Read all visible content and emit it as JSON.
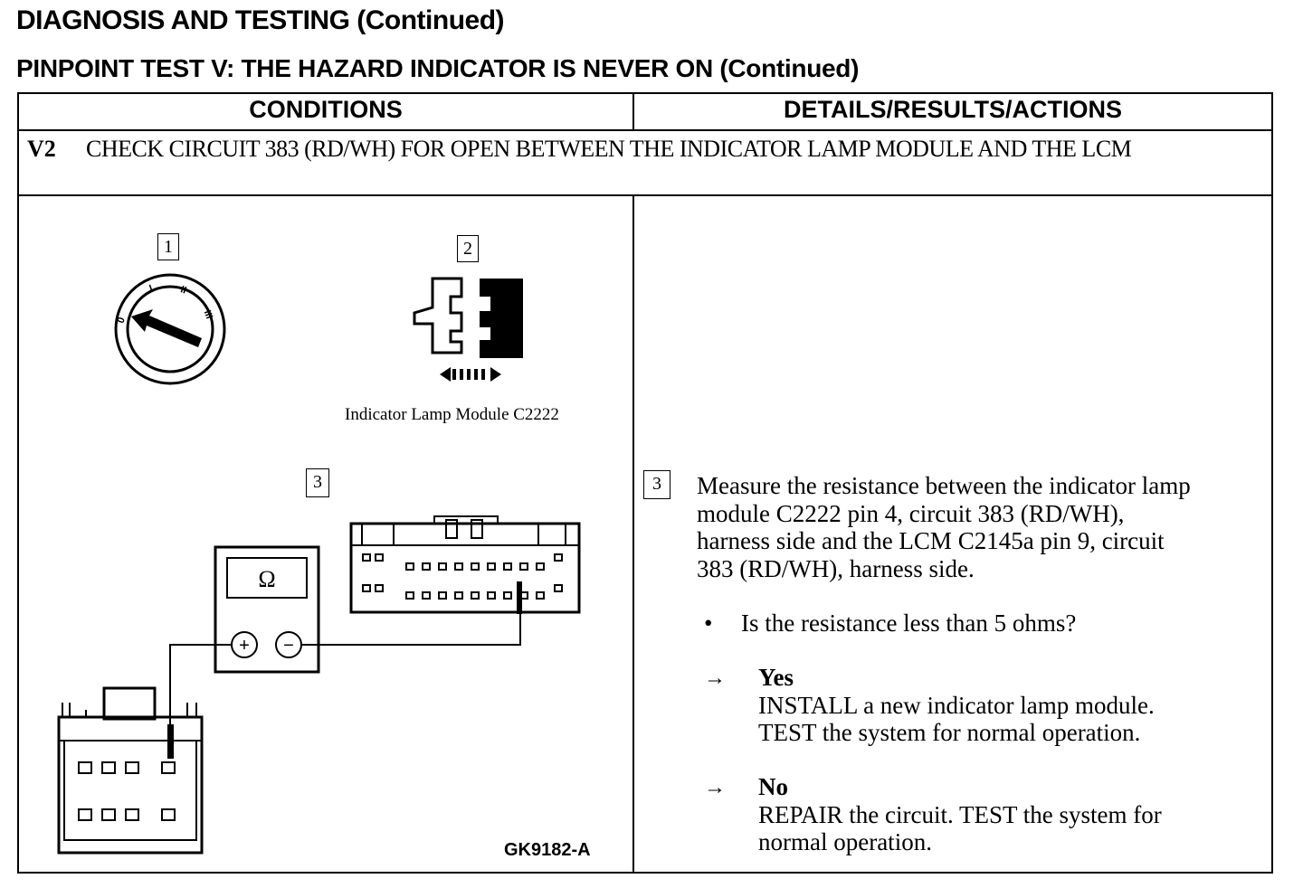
{
  "header": {
    "title": "DIAGNOSIS AND TESTING (Continued)",
    "subtitle": "PINPOINT TEST V: THE HAZARD INDICATOR IS NEVER ON (Continued)"
  },
  "table": {
    "col_conditions": "CONDITIONS",
    "col_details": "DETAILS/RESULTS/ACTIONS",
    "step": {
      "id": "V2",
      "title": "CHECK CIRCUIT 383 (RD/WH) FOR OPEN BETWEEN THE INDICATOR LAMP MODULE AND THE LCM"
    }
  },
  "figure": {
    "label_1": "1",
    "label_2": "2",
    "label_3": "3",
    "caption_connector": "Indicator Lamp Module C2222",
    "figure_id": "GK9182-A",
    "meter_symbol": "Ω",
    "plus_symbol": "+",
    "minus_symbol": "−",
    "ignition_marks": [
      "0",
      "I",
      "II",
      "III"
    ]
  },
  "details": {
    "step_label": "3",
    "line_1": "Measure the resistance between the indicator lamp",
    "line_2": "module C2222 pin 4, circuit 383 (RD/WH),",
    "line_3": "harness side and the LCM C2145a pin 9, circuit",
    "line_4": "383 (RD/WH), harness side.",
    "bullet_symbol": "•",
    "question": "Is the resistance less than 5 ohms?",
    "arrow_symbol": "→",
    "yes_label": "Yes",
    "yes_line_1": "INSTALL a new indicator lamp module.",
    "yes_line_2": "TEST the system for normal operation.",
    "no_label": "No",
    "no_line_1": "REPAIR the circuit. TEST the system for",
    "no_line_2": "normal operation."
  }
}
